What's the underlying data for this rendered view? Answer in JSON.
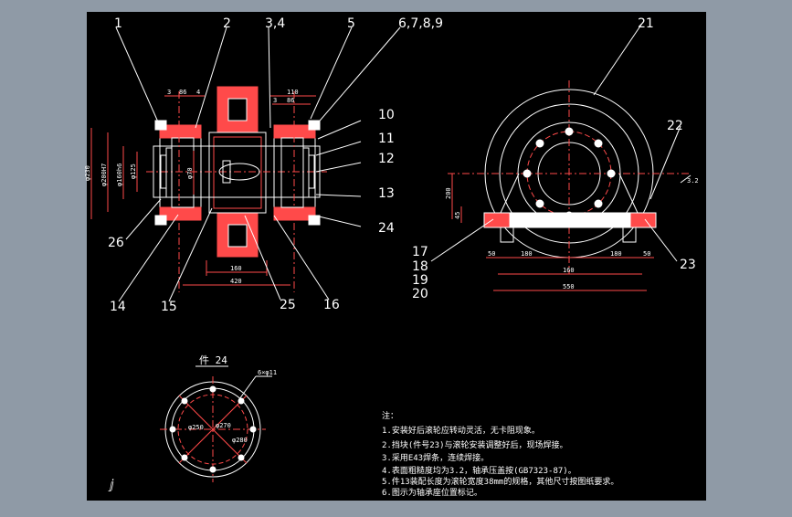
{
  "colors": {
    "frame": "#8f9aa6",
    "sheet": "#000000",
    "line": "#ffffff",
    "hatch": "#ff4a4a",
    "dim": "#ff4a4a"
  },
  "balloons": {
    "b1": "1",
    "b2": "2",
    "b34": "3,4",
    "b5": "5",
    "b6789": "6,7,8,9",
    "b10": "10",
    "b11": "11",
    "b12": "12",
    "b13": "13",
    "b14": "14",
    "b15": "15",
    "b16": "16",
    "b17": "17",
    "b18": "18",
    "b19": "19",
    "b20": "20",
    "b21": "21",
    "b22": "22",
    "b23": "23",
    "b24": "24",
    "b25": "25",
    "b26": "26"
  },
  "dims": {
    "d3a": "3",
    "d86a": "86",
    "d4a": "4",
    "d110": "110",
    "d86b": "86",
    "d3b": "3",
    "d160a": "160",
    "d420": "420",
    "dphi230": "φ230",
    "dphi200": "φ200H7",
    "dphi168": "φ160h6",
    "dphi125": "φ125",
    "dphi70": "φ70",
    "d200": "200",
    "d45": "45",
    "d50a": "50",
    "d180a": "180",
    "d160b": "160",
    "d180b": "180",
    "d50b": "50",
    "d550": "550",
    "droughness": "3.2",
    "dp250": "φ250",
    "dp270": "φ270",
    "dp280": "φ280",
    "dtag": "6×φ11"
  },
  "part_title": "件 24",
  "notes": {
    "heading": "注：",
    "n1": "1.安装好后滚轮应转动灵活，无卡阻现象。",
    "n2": "2.挡块(件号23)与滚轮安装调整好后，现场焊接。",
    "n3": "3.采用E43焊条，连续焊接。",
    "n4": "4.表面粗糙度均为3.2，轴承压盖按(GB7323-87)。",
    "n5": "5.件13装配长度为滚轮宽度38mm的规格，其他尺寸按图纸要求。",
    "n6": "6.图示为轴承座位置标记。"
  },
  "ucs": "ⅉ"
}
